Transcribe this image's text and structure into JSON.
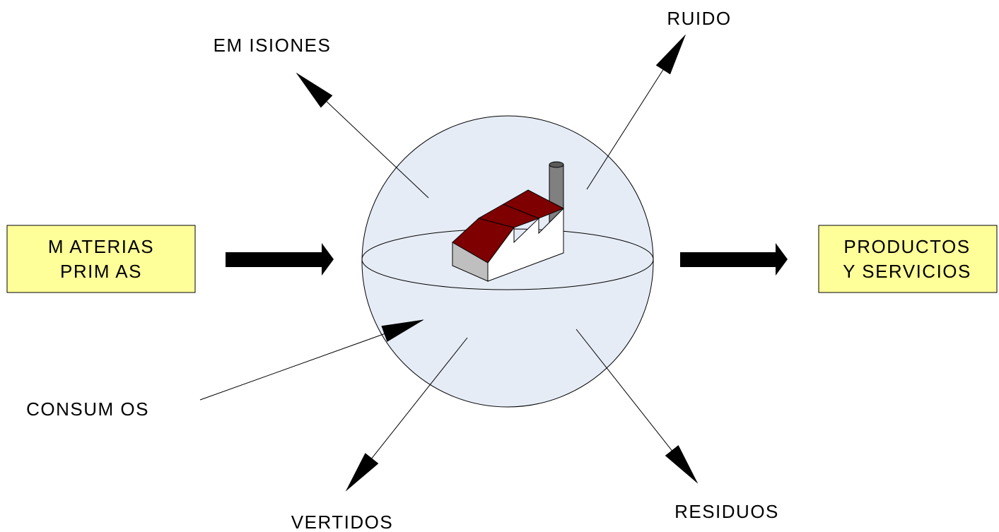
{
  "diagram": {
    "input_box": {
      "line1": "M ATERIAS",
      "line2": "PRIM AS"
    },
    "output_box": {
      "line1": "PRODUCTOS",
      "line2": "Y SERVICIOS"
    },
    "labels": {
      "emisiones": "EM ISIONES",
      "ruido": "RUIDO",
      "consumos": "CONSUM OS",
      "vertidos": "VERTIDOS",
      "residuos": "RESIDUOS"
    },
    "central_icon": "factory-icon",
    "colors": {
      "box_fill": "#ffff99",
      "sphere_fill": "#e6ecf6",
      "roof": "#7f0000",
      "factory_front": "#ffffff",
      "factory_side": "#bfbfbf",
      "chimney": "#808080",
      "arrow": "#000000"
    }
  }
}
